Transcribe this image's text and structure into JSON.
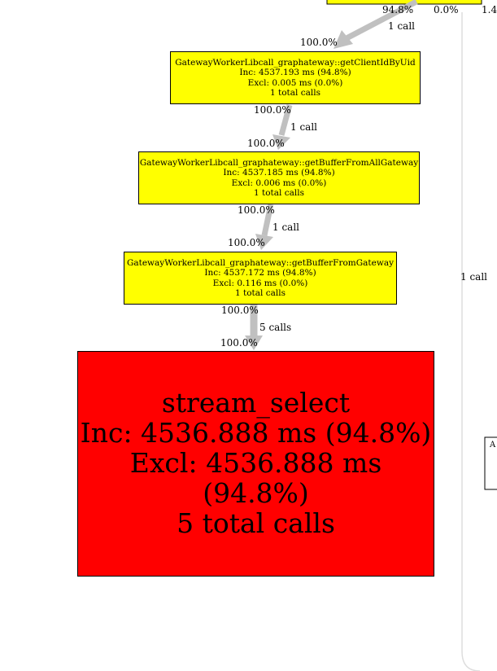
{
  "colors": {
    "node_yellow": "#ffff00",
    "node_red": "#ff0000",
    "edge": "#c0c0c0"
  },
  "top_edge": {
    "pct_left": "94.8%",
    "pct_right": "0.0%",
    "pct_cut": "1.4",
    "calls": "1 call"
  },
  "nodes": [
    {
      "id": "getClientIdByUid",
      "name": "GatewayWorkerLibcall_graphateway::getClientIdByUid",
      "inc": "Inc: 4537.193 ms (94.8%)",
      "excl": "Excl: 0.005 ms (0.0%)",
      "calls": "1 total calls",
      "in_pct": "100.0%",
      "out_pct": "100.0%"
    },
    {
      "id": "getBufferFromAllGateway",
      "name": "GatewayWorkerLibcall_graphateway::getBufferFromAllGateway",
      "inc": "Inc: 4537.185 ms (94.8%)",
      "excl": "Excl: 0.006 ms (0.0%)",
      "calls": "1 total calls",
      "in_pct": "100.0%",
      "out_pct": "100.0%"
    },
    {
      "id": "getBufferFromGateway",
      "name": "GatewayWorkerLibcall_graphateway::getBufferFromGateway",
      "inc": "Inc: 4537.172 ms (94.8%)",
      "excl": "Excl: 0.116 ms (0.0%)",
      "calls": "1 total calls",
      "in_pct": "100.0%",
      "out_pct": "100.0%"
    },
    {
      "id": "stream_select",
      "name": "stream_select",
      "inc": "Inc: 4536.888 ms (94.8%)",
      "excl": "Excl: 4536.888 ms (94.8%)",
      "calls": "5 total calls",
      "in_pct": "100.0%"
    }
  ],
  "edges": [
    {
      "calls": "1 call"
    },
    {
      "calls": "1 call"
    },
    {
      "calls": "5 calls"
    }
  ],
  "side": {
    "call_label": "1 call",
    "node_fragment": "A"
  }
}
